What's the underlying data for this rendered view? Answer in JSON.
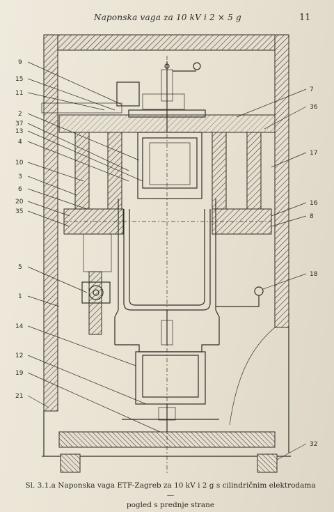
{
  "header": {
    "title": "Naponska vaga za 10 kV i 2 × 5 g",
    "page_number": "11"
  },
  "callouts": {
    "left": [
      "9",
      "15",
      "11",
      "2",
      "37",
      "13",
      "4",
      "10",
      "3",
      "6",
      "20",
      "35",
      "5",
      "1",
      "14",
      "12",
      "19",
      "21"
    ],
    "right": [
      "7",
      "36",
      "17",
      "16",
      "8",
      "18",
      "32"
    ]
  },
  "caption": {
    "line1": "Sl. 3.1.a Naponska vaga ETF-Zagreb za 10 kV i 2 g s cilindričnim elektrodama —",
    "line2": "pogled s prednje strane"
  }
}
